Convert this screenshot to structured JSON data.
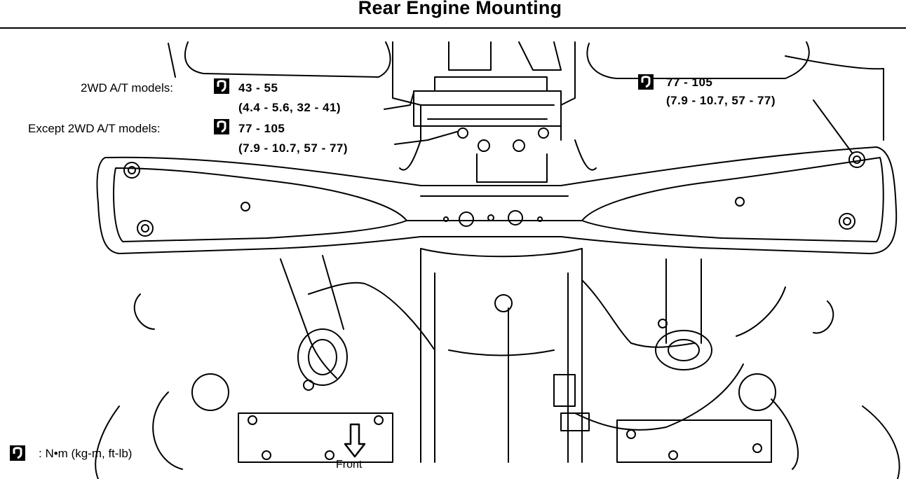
{
  "title": "Rear Engine Mounting",
  "callouts": {
    "twd_at": {
      "label": "2WD A/T models:",
      "nm": "43 - 55",
      "alt": "(4.4 - 5.6, 32 - 41)"
    },
    "except_twd_at": {
      "label": "Except 2WD A/T models:",
      "nm": "77 - 105",
      "alt": "(7.9 - 10.7, 57 - 77)"
    },
    "right": {
      "nm": "77 - 105",
      "alt": "(7.9 - 10.7, 57 - 77)"
    }
  },
  "legend": {
    "text": ": N•m (kg-m, ft-lb)"
  },
  "front_label": "Front",
  "icons": {
    "torque": "torque-wrench-icon",
    "front": "arrow-down-icon"
  }
}
